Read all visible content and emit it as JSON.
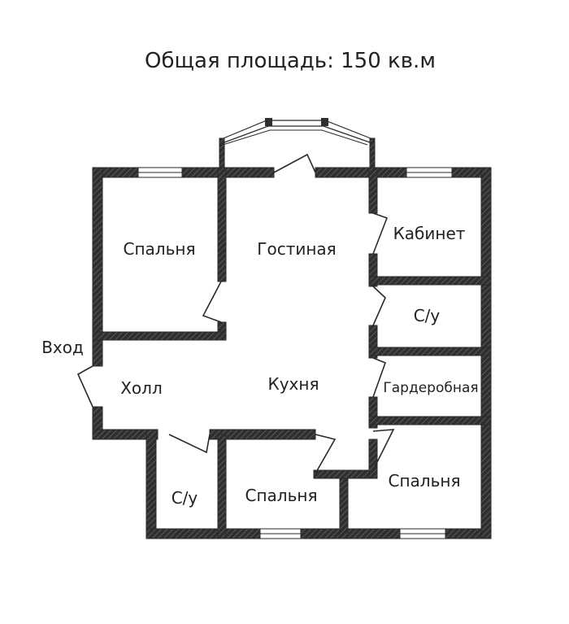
{
  "title": "Общая площадь: 150 кв.м",
  "entrance_label": "Вход",
  "rooms": {
    "bedroom_top_left": "Спальня",
    "living_room": "Гостиная",
    "study": "Кабинет",
    "bathroom_right": "С/у",
    "dressing_room": "Гардеробная",
    "hall": "Холл",
    "kitchen": "Кухня",
    "bathroom_bottom": "С/у",
    "bedroom_bottom_middle": "Спальня",
    "bedroom_bottom_right": "Спальня"
  },
  "colors": {
    "wall": "#2a2a2a",
    "background": "#ffffff"
  }
}
